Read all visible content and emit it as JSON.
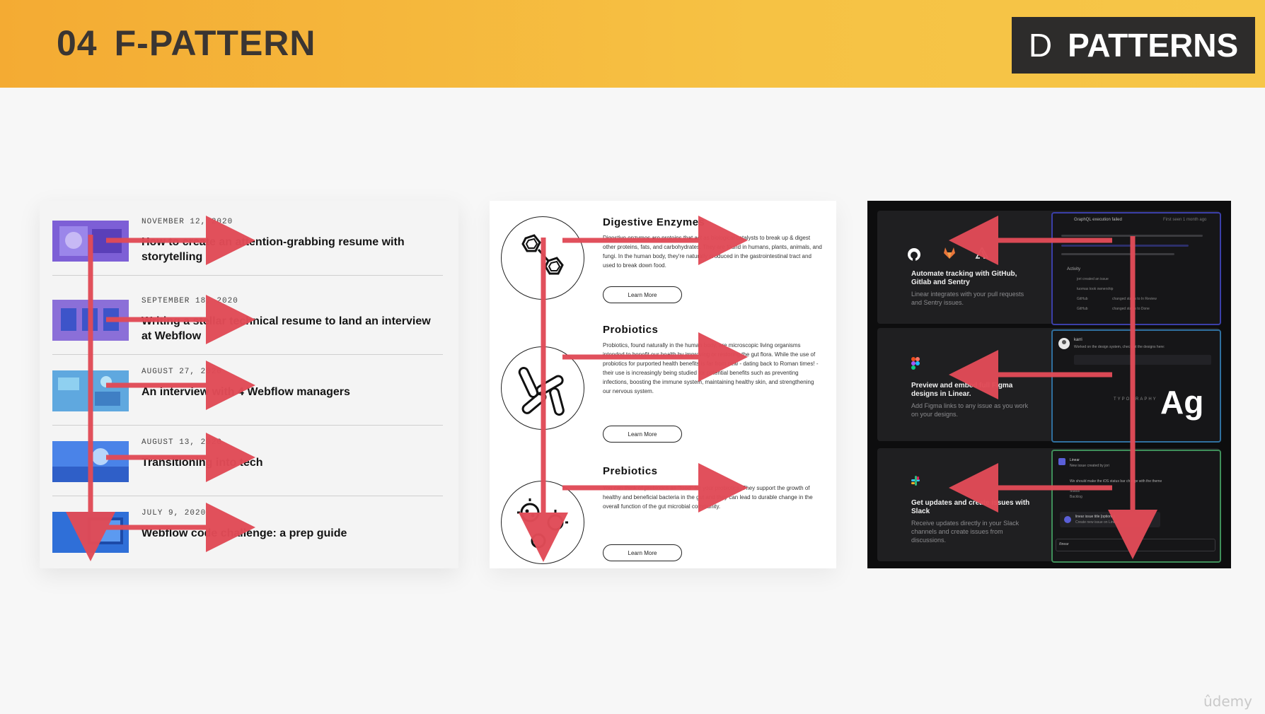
{
  "header": {
    "number": "04",
    "title": "F-PATTERN",
    "brand_mark": "D",
    "brand_name": "PATTERNS"
  },
  "blog_panel": {
    "posts": [
      {
        "date": "NOVEMBER 12, 2020",
        "title": "How to create an attention-grabbing resume with storytelling"
      },
      {
        "date": "SEPTEMBER 18, 2020",
        "title": "Writing a stellar technical resume to land an interview at Webflow"
      },
      {
        "date": "AUGUST 27, 2020",
        "title": "An interview with 4 Webflow managers"
      },
      {
        "date": "AUGUST 13, 2020",
        "title": "Transitioning into tech"
      },
      {
        "date": "JULY 9, 2020",
        "title": "Webflow code challenge: a prep guide"
      }
    ]
  },
  "health_panel": {
    "sections": [
      {
        "title": "Digestive Enzymes",
        "body": "Digestive enzymes are proteins that act as biological catalysts to break up & digest other proteins, fats, and carbohydrates. They are found in humans, plants, animals, and fungi. In the human body, they're naturally produced in the gastrointestinal tract and used to break down food.",
        "button": "Learn More"
      },
      {
        "title": "Probiotics",
        "body": "Probiotics, found naturally in the human body, are microscopic living organisms intended to benefit our health by improving or restoring the gut flora. While the use of probiotics for purported health benefits is far from new - dating back to Roman times! - their use is increasingly being studied for potential benefits such as preventing infections, boosting the immune system, maintaining healthy skin, and strengthening our nervous system.",
        "button": "Learn More"
      },
      {
        "title": "Prebiotics",
        "body": "You can think of prebiotics as \"food\" for your probiotics. They support the growth of healthy and beneficial bacteria in the gut and they can lead to durable change in the overall function of the gut microbial community.",
        "button": "Learn More"
      }
    ]
  },
  "linear_panel": {
    "cards": [
      {
        "title": "Automate tracking with GitHub, Gitlab and Sentry",
        "desc": "Linear integrates with your pull requests and Sentry issues.",
        "accent": "#3b3fa8",
        "snippets": [
          "GraphQL execution failed",
          "First seen 1 month ago",
          "Activity",
          "jori created an issue",
          "tuomas took ownership",
          "GitHub",
          "changed status to In Review",
          "GitHub",
          "changed status to Done"
        ]
      },
      {
        "title": "Preview and embed full Figma designs in Linear.",
        "desc": "Add Figma links to any issue as you work on your designs.",
        "accent": "#2f6f9e",
        "snippets": [
          "karri",
          "Worked on the design system, checkout the designs here:",
          "TYPOGRAPHY",
          "Ag"
        ]
      },
      {
        "title": "Get updates and create issues with Slack",
        "desc": "Receive updates directly in your Slack channels and create issues from discussions.",
        "accent": "#3f8f5a",
        "snippets": [
          "Linear",
          "New issue created by jori",
          "We should make the iOS status bar change with the theme",
          "Status",
          "Backlog",
          "linear issue title [optional]",
          "Create new issue on Linear",
          "/linear"
        ]
      }
    ]
  },
  "watermark": "ûdemy",
  "colors": {
    "arrow": "#e14b57",
    "banner_start": "#f4ab33",
    "banner_end": "#f6c648",
    "brand_bg": "#2d2c2b"
  }
}
